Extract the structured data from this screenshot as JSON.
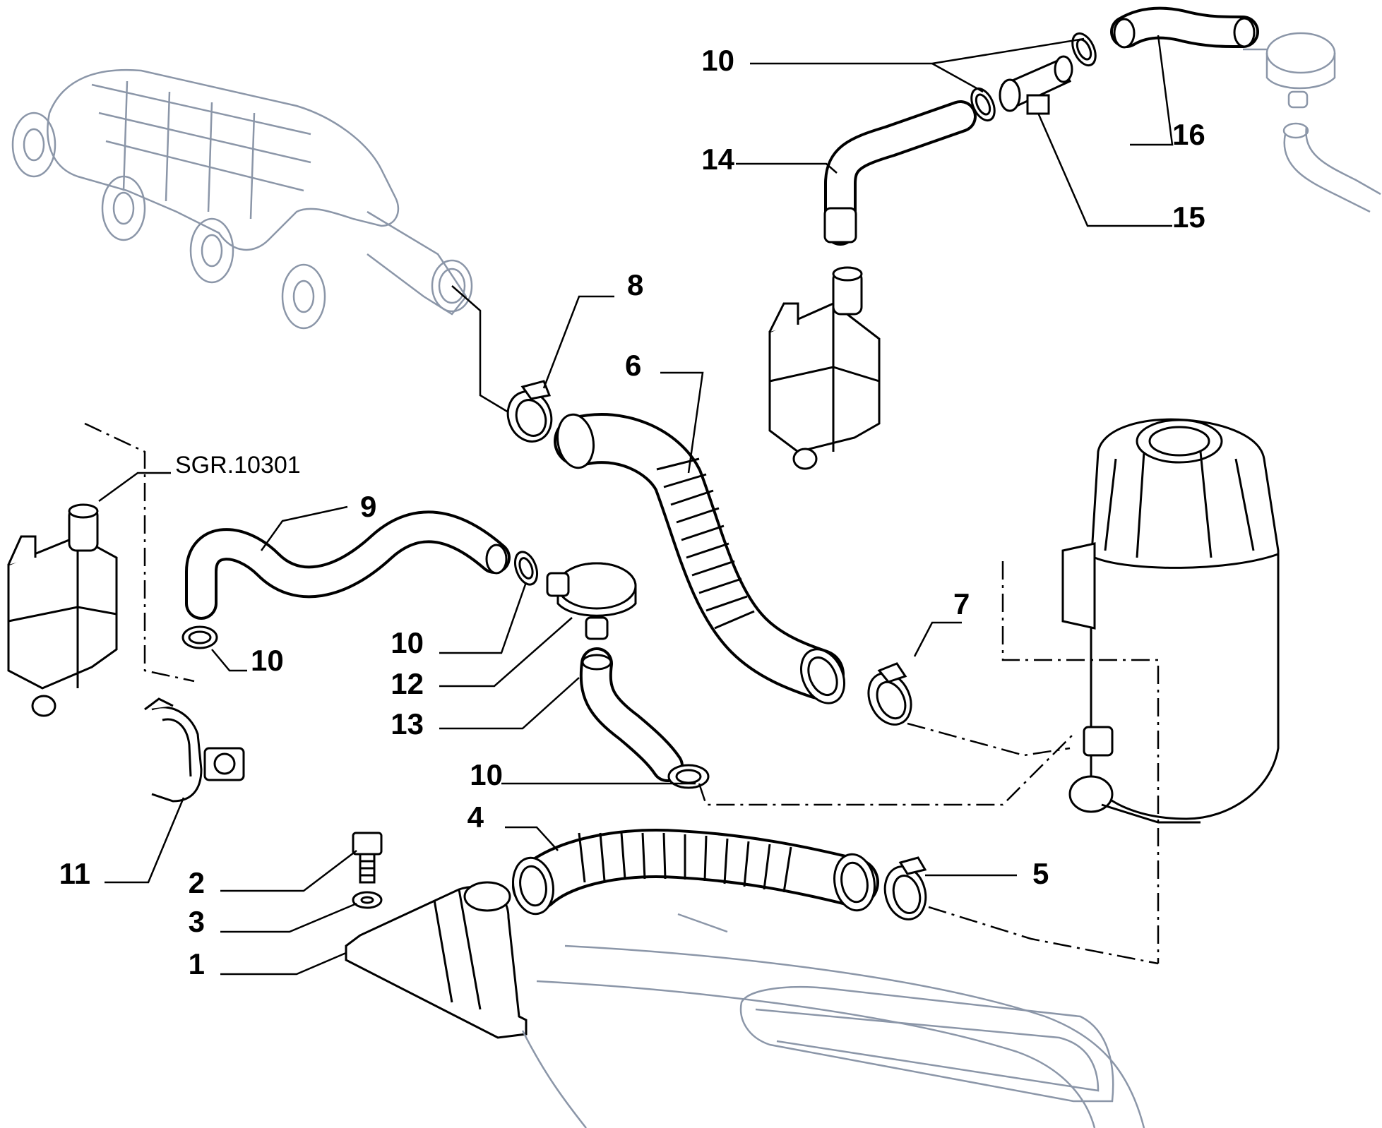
{
  "diagram": {
    "labels": {
      "l1": "1",
      "l2": "2",
      "l3": "3",
      "l4": "4",
      "l5": "5",
      "l6": "6",
      "l7": "7",
      "l8": "8",
      "l9": "9",
      "l10a": "10",
      "l10b": "10",
      "l10c": "10",
      "l10d": "10",
      "l11": "11",
      "l12": "12",
      "l13": "13",
      "l14": "14",
      "l15": "15",
      "l16": "16"
    },
    "reference": "SGR.10301"
  }
}
